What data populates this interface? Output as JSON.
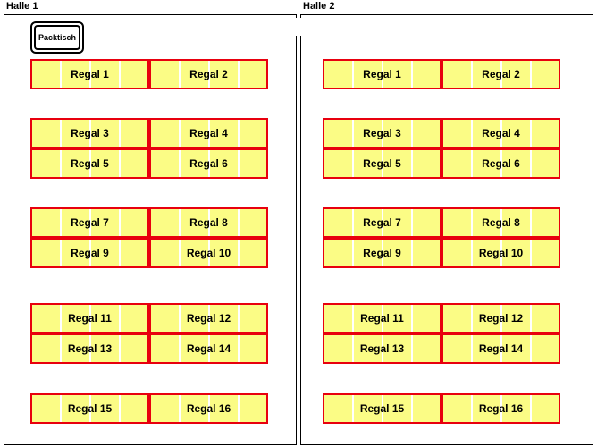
{
  "halls": [
    {
      "title": "Halle 1",
      "packtisch_label": "Packtisch",
      "shelves": [
        "Regal 1",
        "Regal 2",
        "Regal 3",
        "Regal 4",
        "Regal 5",
        "Regal 6",
        "Regal 7",
        "Regal 8",
        "Regal 9",
        "Regal 10",
        "Regal 11",
        "Regal 12",
        "Regal 13",
        "Regal 14",
        "Regal 15",
        "Regal 16"
      ]
    },
    {
      "title": "Halle 2",
      "shelves": [
        "Regal 1",
        "Regal 2",
        "Regal 3",
        "Regal 4",
        "Regal 5",
        "Regal 6",
        "Regal 7",
        "Regal 8",
        "Regal 9",
        "Regal 10",
        "Regal 11",
        "Regal 12",
        "Regal 13",
        "Regal 14",
        "Regal 15",
        "Regal 16"
      ]
    }
  ],
  "colors": {
    "shelf_fill": "#fbfc85",
    "shelf_border": "#e8000e",
    "wall": "#000000"
  }
}
